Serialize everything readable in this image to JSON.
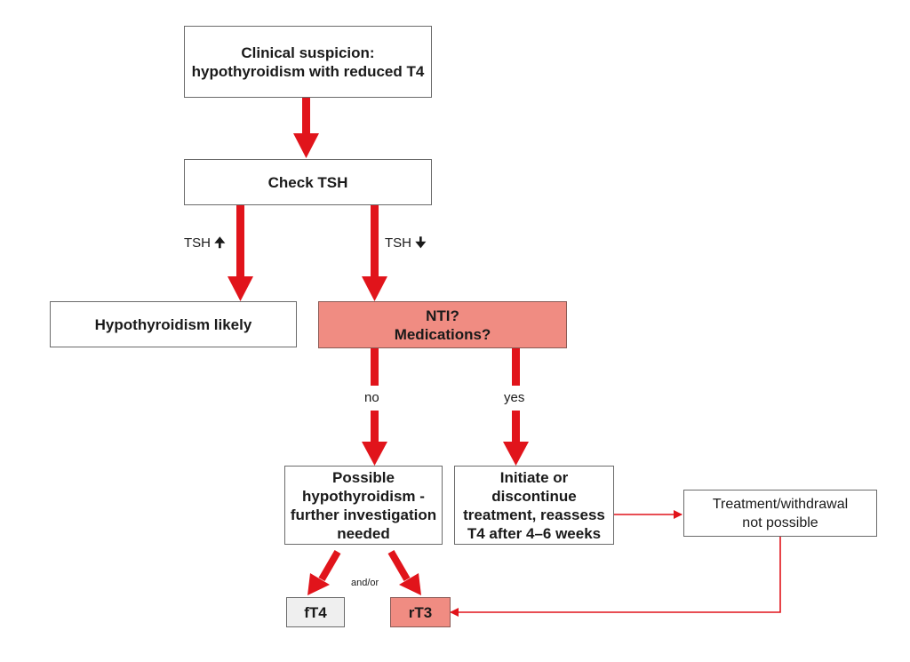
{
  "nodes": {
    "clinical": {
      "line1": "Clinical suspicion:",
      "line2": "hypothyroidism with reduced T4"
    },
    "check_tsh": {
      "text": "Check TSH"
    },
    "hypo_likely": {
      "text": "Hypothyroidism likely"
    },
    "nti": {
      "line1": "NTI?",
      "line2": "Medications?"
    },
    "possible": {
      "line1": "Possible",
      "line2": "hypothyroidism -",
      "line3": "further investigation",
      "line4": "needed"
    },
    "initiate": {
      "line1": "Initiate or",
      "line2": "discontinue",
      "line3": "treatment, reassess",
      "line4": "T4 after 4–6 weeks"
    },
    "not_possible": {
      "line1": "Treatment/withdrawal",
      "line2": "not possible"
    },
    "ft4": {
      "text": "fT4"
    },
    "rt3": {
      "text": "rT3"
    }
  },
  "edge_labels": {
    "tsh_up": "TSH",
    "tsh_down": "TSH",
    "no": "no",
    "yes": "yes",
    "and_or": "and/or"
  },
  "colors": {
    "arrow_red": "#e1141b",
    "highlight_fill": "#f08c82",
    "grey_fill": "#efefef"
  }
}
